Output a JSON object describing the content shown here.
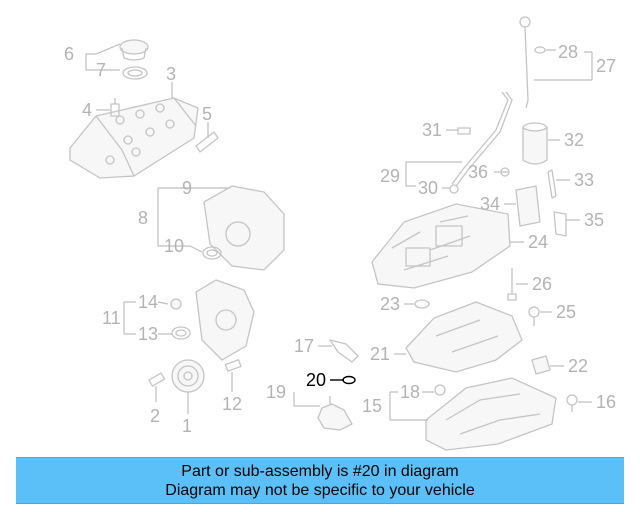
{
  "callouts": {
    "c1": "1",
    "c2": "2",
    "c3": "3",
    "c4": "4",
    "c5": "5",
    "c6": "6",
    "c7": "7",
    "c8": "8",
    "c9": "9",
    "c10": "10",
    "c11": "11",
    "c12": "12",
    "c13": "13",
    "c14": "14",
    "c15": "15",
    "c16": "16",
    "c17": "17",
    "c18": "18",
    "c19": "19",
    "c20": "20",
    "c21": "21",
    "c22": "22",
    "c23": "23",
    "c24": "24",
    "c25": "25",
    "c26": "26",
    "c27": "27",
    "c28": "28",
    "c29": "29",
    "c30": "30",
    "c31": "31",
    "c32": "32",
    "c33": "33",
    "c34": "34",
    "c35": "35",
    "c36": "36"
  },
  "highlight": {
    "part_number": "20"
  },
  "colors": {
    "banner": "#5bc0f8",
    "faded_part": "#c4c4c4",
    "highlight": "#000000"
  },
  "banner": {
    "line1": "Part or sub-assembly is #20 in diagram",
    "line2": "Diagram may not be specific to your vehicle"
  }
}
